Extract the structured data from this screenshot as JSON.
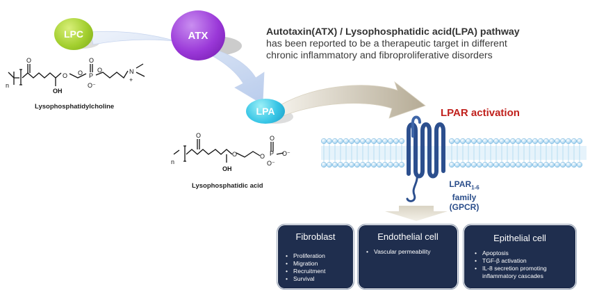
{
  "molecules": {
    "lpc": "LPC",
    "atx": "ATX",
    "lpa": "LPA"
  },
  "headline": {
    "line1": "Autotaxin(ATX) / Lysophosphatidic acid(LPA) pathway",
    "line2": "has been reported to be a therapeutic target in different",
    "line3": "chronic inflammatory and fibroproliferative disorders"
  },
  "structures": {
    "lpc_caption": "Lysophosphatidylcholine",
    "lpa_caption": "Lysophosphatidic acid",
    "labels": {
      "n": "n",
      "o": "O",
      "oh": "OH",
      "p": "P",
      "o_minus": "O⁻",
      "n_plus": "N",
      "plus": "+"
    }
  },
  "receptor": {
    "activation": "LPAR activation",
    "family_name": "LPAR",
    "family_sub": "1-6",
    "family_line2": "family",
    "family_line3": "(GPCR)"
  },
  "cards": [
    {
      "title": "Fibroblast",
      "items": [
        "Proliferation",
        "Migration",
        "Recruitment",
        "Survival"
      ]
    },
    {
      "title": "Endothelial cell",
      "items": [
        "Vascular permeability"
      ]
    },
    {
      "title": "Epithelial cell",
      "items": [
        "Apoptosis",
        "TGF-β activation",
        "IL-8 secretion promoting inflammatory cascades"
      ]
    }
  ],
  "colors": {
    "card_bg": "#1f2e4e",
    "lpar_red": "#c0201c",
    "receptor_blue": "#2a4d8a",
    "membrane": "#9fd2f0"
  }
}
